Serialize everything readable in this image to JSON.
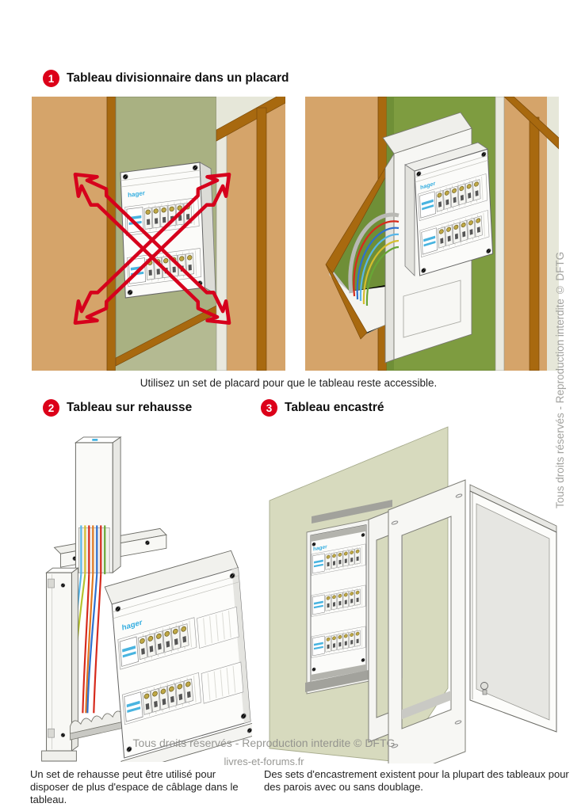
{
  "page": {
    "background": "#ffffff"
  },
  "sections": {
    "s1": {
      "badge": "1",
      "title": "Tableau divisionnaire dans un placard",
      "caption": "Utilisez un set de placard pour que le tableau reste accessible."
    },
    "s2": {
      "badge": "2",
      "title": "Tableau sur rehausse",
      "note": "Un set de rehausse peut être utilisé pour disposer de plus d'espace de câblage dans le tableau."
    },
    "s3": {
      "badge": "3",
      "title": "Tableau encastré",
      "note": "Des sets d'encastrement existent pour la plupart des tableaux pour des parois avec ou sans doublage."
    }
  },
  "figures": {
    "brand_label": "hager"
  },
  "watermarks": {
    "copyright": "Tous droits réservés - Reproduction interdite © DFTG",
    "site": "livres-et-forums.fr"
  },
  "colors": {
    "accent_red": "#dc0019",
    "hager_cyan": "#35aee0",
    "wood_tan": "#d5a46a",
    "wood_brown": "#a8690f",
    "closet_back_green": "#a9b182",
    "wall_green": "#7e9c40",
    "plaster_green": "#d7dabe",
    "watermark_gray": "#8f8f8b",
    "text_black": "#1a1a1a"
  }
}
